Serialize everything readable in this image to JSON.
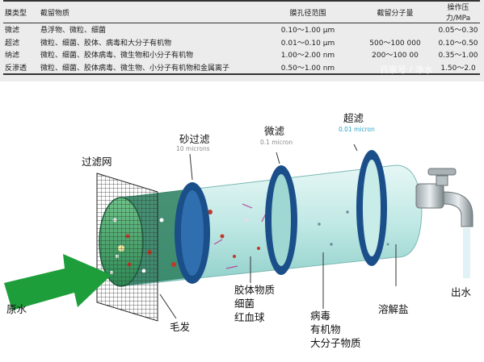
{
  "table": {
    "headers": [
      "膜类型",
      "截留物质",
      "膜孔径范围",
      "截留分子量",
      "操作压力/MPa"
    ],
    "rows": [
      [
        "微滤",
        "悬浮物、微粒、细菌",
        "0.10～1.00 μm",
        "",
        "0.05～0.30"
      ],
      [
        "超滤",
        "微粒、细菌、胶体、病毒和大分子有机物",
        "0.01～0.10 μm",
        "500～100 000",
        "0.10～0.50"
      ],
      [
        "纳滤",
        "微粒、细菌、胶体病毒、微生物和小分子有机物",
        "1.00～2.00 nm",
        "200～100 00",
        "0.35～1.00"
      ],
      [
        "反渗透",
        "微粒、细菌、胶体病毒、微生物、小分子有机物和金属离子",
        "0.50～1.00 nm",
        "",
        "1.50～2.0"
      ]
    ]
  },
  "watermark": "百家号 / 净水",
  "diagram": {
    "filter_mesh": "过滤网",
    "sand": {
      "title": "砂过滤",
      "size": "10 microns"
    },
    "micro": {
      "title": "微滤",
      "size": "0.1 micron"
    },
    "ultra": {
      "title": "超滤",
      "size": "0.01 micron"
    },
    "raw_water": "原水",
    "outlet": "出水",
    "hair": "毛发",
    "group1": [
      "胶体物质",
      "细菌",
      "红血球"
    ],
    "group2": [
      "病毒",
      "有机物",
      "大分子物质"
    ],
    "group3": "溶解盐",
    "colors": {
      "arrow": "#1e9e3a",
      "ring": "#1b4f8a",
      "tube": "#bfe8e4",
      "ultra_size": "#2aa6c8"
    }
  }
}
